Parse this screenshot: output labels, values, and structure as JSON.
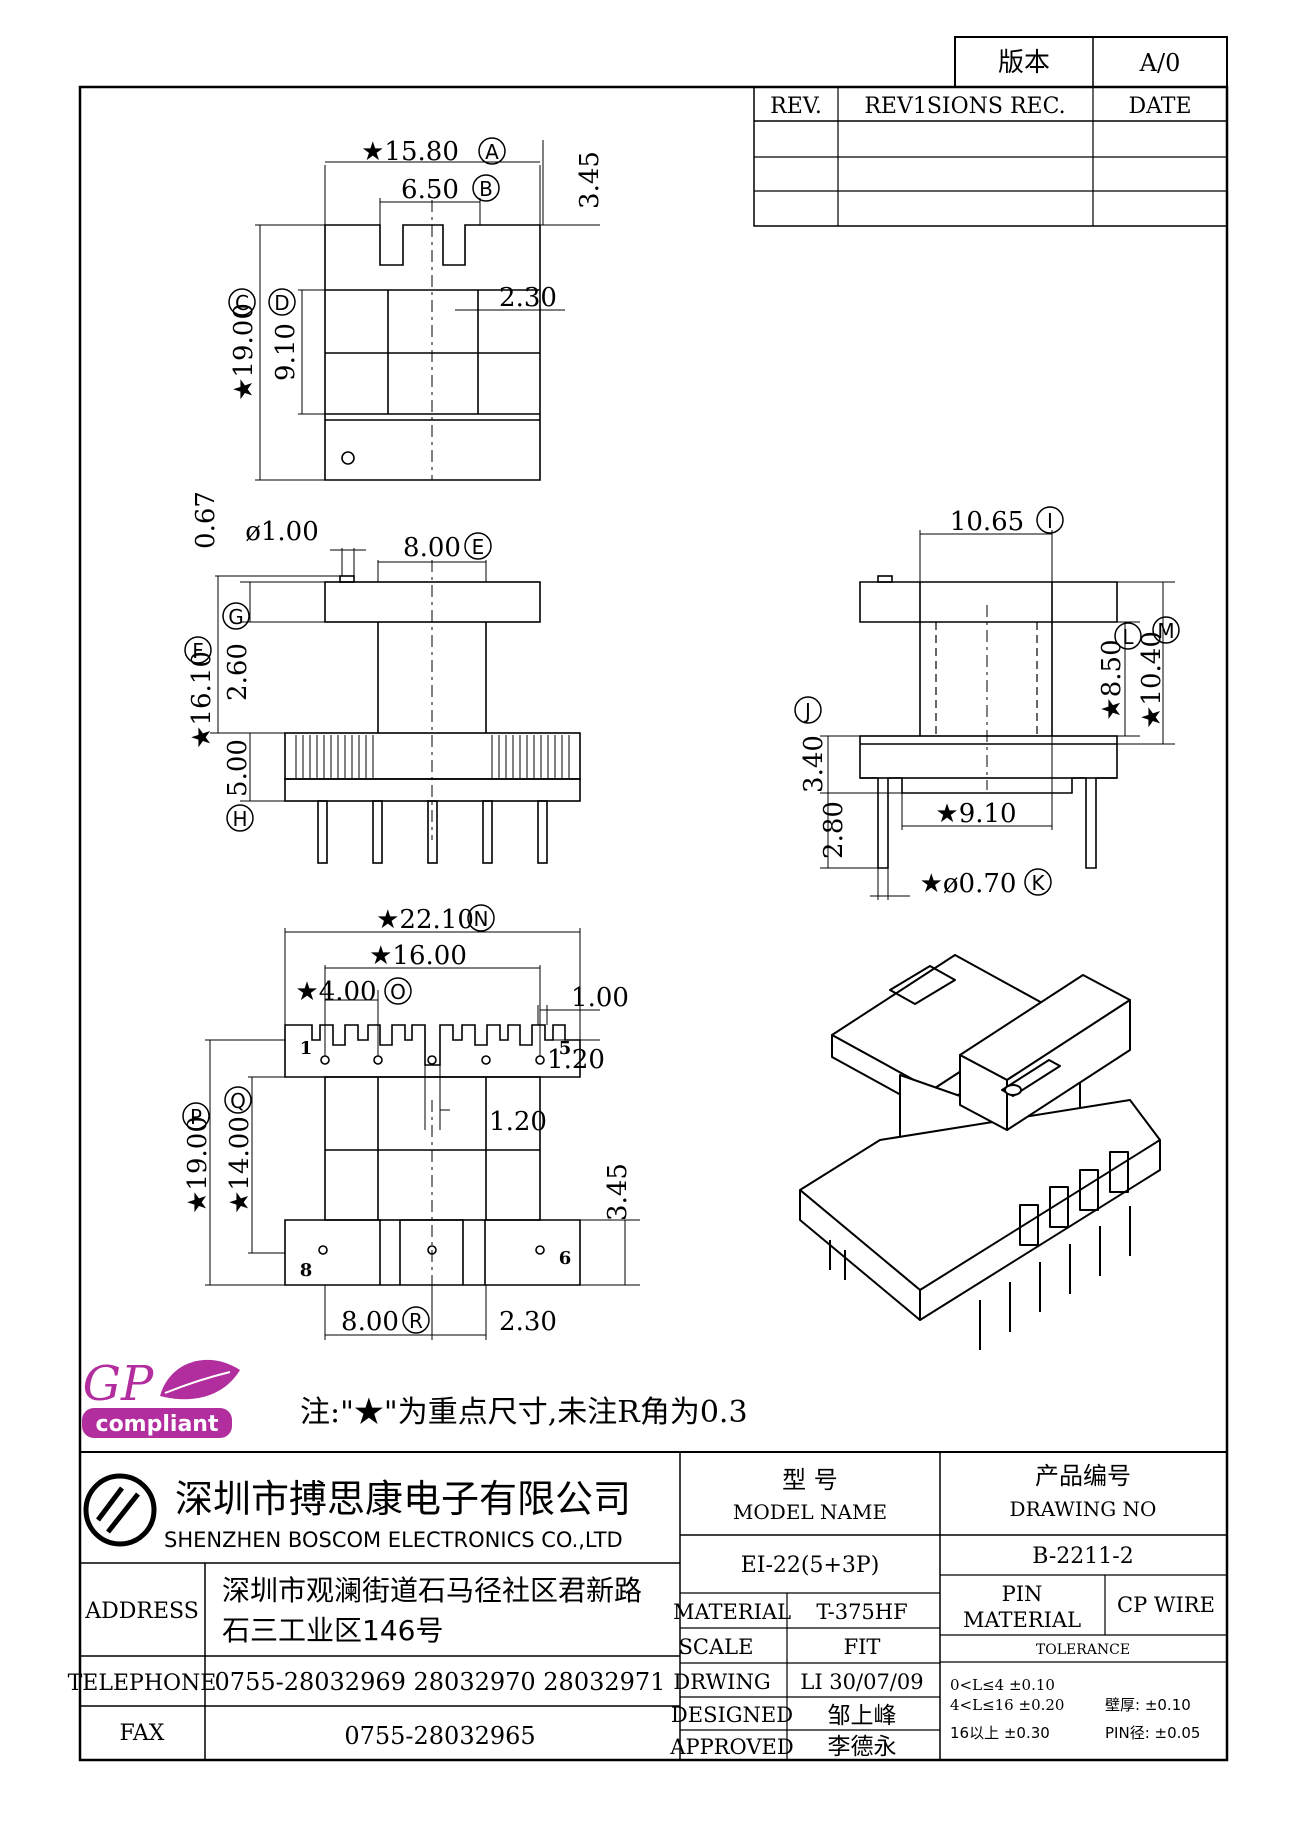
{
  "revision_block": {
    "version_label": "版本",
    "version_value": "A/0",
    "headers": [
      "REV.",
      "REV1SIONS REC.",
      "DATE"
    ]
  },
  "dimensions": {
    "top_view": {
      "width": "★15.80",
      "width_tag": "A",
      "slot": "6.50",
      "slot_tag": "B",
      "flange": "3.45",
      "offset": "2.30",
      "height": "★19.00",
      "height_tag": "C",
      "core": "9.10",
      "core_tag": "D"
    },
    "front_view": {
      "pin_step": "0.67",
      "pin_dia": "ø1.00",
      "core_width": "8.00",
      "core_width_tag": "E",
      "total_height": "★16.10",
      "total_height_tag": "F",
      "flange_gap": "2.60",
      "flange_gap_tag": "G",
      "base": "5.00",
      "base_tag": "H"
    },
    "side_view": {
      "width": "10.65",
      "width_tag": "I",
      "base": "3.40",
      "base_tag": "J",
      "pin_len": "2.80",
      "pin_dia": "★ø0.70",
      "pin_dia_tag": "K",
      "winding": "★8.50",
      "winding_tag": "L",
      "height": "★10.40",
      "height_tag": "M",
      "core": "★9.10"
    },
    "bottom_view": {
      "length": "★22.10",
      "length_tag": "N",
      "pin_span": "★16.00",
      "pitch": "★4.00",
      "pitch_tag": "O",
      "slot_w": "1.00",
      "slot_d": "1.20",
      "slot_d2": "1.20",
      "width": "★19.00",
      "width_tag": "P",
      "inner": "★14.00",
      "inner_tag": "Q",
      "flange": "3.45",
      "core": "8.00",
      "core_tag": "R",
      "offset": "2.30",
      "pins": [
        "1",
        "5",
        "8",
        "6"
      ]
    }
  },
  "note": "注:\"★\"为重点尺寸,未注R角为0.3",
  "logo": {
    "letters": "GP",
    "word": "compliant",
    "accent": "#b22e9f"
  },
  "company": {
    "name_cn": "深圳市搏思康电子有限公司",
    "name_en": "SHENZHEN BOSCOM ELECTRONICS CO.,LTD"
  },
  "contact": {
    "address_label": "ADDRESS",
    "address_line1": "深圳市观澜街道石马径社区君新路",
    "address_line2": "石三工业区146号",
    "telephone_label": "TELEPHONE",
    "telephone": "0755-28032969 28032970 28032971",
    "fax_label": "FAX",
    "fax": "0755-28032965"
  },
  "model": {
    "label_cn": "型     号",
    "label_en": "MODEL NAME",
    "value": "EI-22(5+3P)"
  },
  "drawing_no": {
    "label_cn": "产品编号",
    "label_en": "DRAWING NO",
    "value": "B-2211-2"
  },
  "specs": [
    {
      "label": "MATERIAL",
      "value": "T-375HF"
    },
    {
      "label": "SCALE",
      "value": "FIT"
    },
    {
      "label": "DRWING",
      "value": "LI 30/07/09"
    },
    {
      "label": "DESIGNED",
      "value": "邹上峰"
    },
    {
      "label": "APPROVED",
      "value": "李德永"
    }
  ],
  "pin_material": {
    "label1": "PIN",
    "label2": "MATERIAL",
    "value": "CP WIRE"
  },
  "tolerance": {
    "title": "TOLERANCE",
    "r1": "0<L≤4  ±0.10",
    "r2": "4<L≤16  ±0.20",
    "r3": "16以上     ±0.30",
    "wall": "壁厚:  ±0.10",
    "pin": "PIN径: ±0.05"
  }
}
